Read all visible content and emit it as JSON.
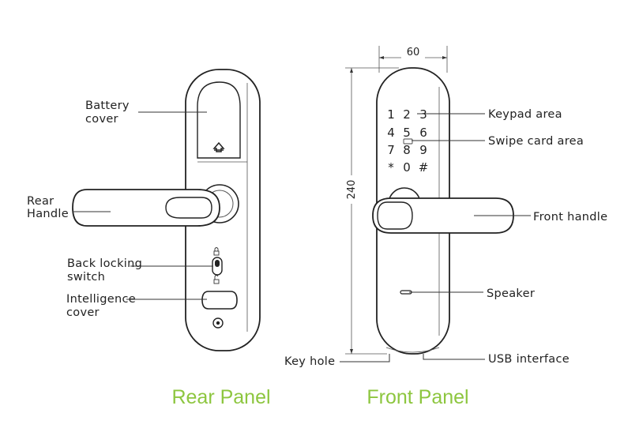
{
  "rear": {
    "caption": "Rear Panel",
    "labels": {
      "battery_cover": [
        "Battery",
        "cover"
      ],
      "rear_handle": [
        "Rear",
        "Handle"
      ],
      "back_locking_switch": [
        "Back locking",
        "switch"
      ],
      "intelligence_cover": [
        "Intelligence",
        "cover"
      ]
    }
  },
  "front": {
    "caption": "Front Panel",
    "width_dimension": "60",
    "height_dimension": "240",
    "keypad_keys": [
      "1",
      "2",
      "3",
      "4",
      "5",
      "6",
      "7",
      "8",
      "9",
      "*",
      "0",
      "#"
    ],
    "labels": {
      "keypad_area": "Keypad area",
      "swipe_card_area": "Swipe card area",
      "front_handle": "Front handle",
      "speaker": "Speaker",
      "usb_interface": "USB interface",
      "key_hole": "Key hole"
    }
  },
  "colors": {
    "caption": "#8dc63f",
    "outline": "#222222"
  }
}
